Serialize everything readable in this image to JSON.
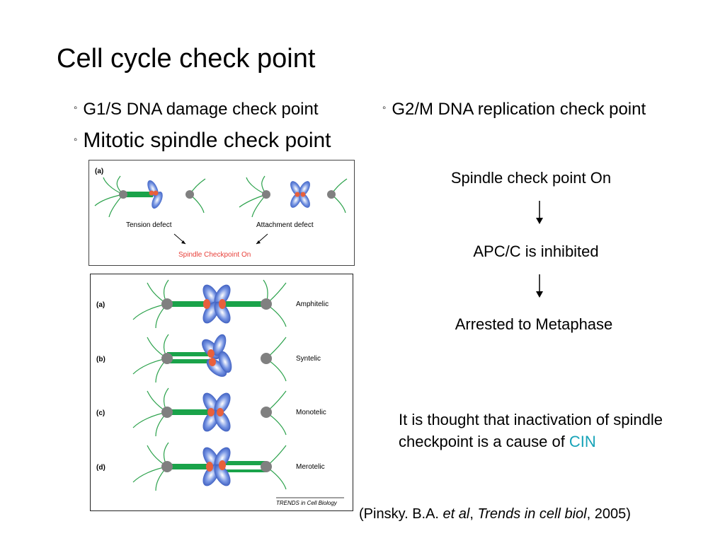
{
  "slide": {
    "title": "Cell cycle check point",
    "bullets": [
      {
        "marker": "◦",
        "text": "G1/S DNA damage check point"
      },
      {
        "marker": "◦",
        "text": "G2/M DNA replication check point"
      },
      {
        "marker": "◦",
        "text": "Mitotic spindle check point"
      }
    ]
  },
  "figure_a": {
    "panel_label": "(a)",
    "left_label": "Tension defect",
    "right_label": "Attachment defect",
    "result_label": "Spindle Checkpoint On",
    "result_color": "#e8403a"
  },
  "figure_b": {
    "rows": [
      {
        "label": "(a)",
        "name": "Amphitelic"
      },
      {
        "label": "(b)",
        "name": "Syntelic"
      },
      {
        "label": "(c)",
        "name": "Monotelic"
      },
      {
        "label": "(d)",
        "name": "Merotelic"
      }
    ],
    "source": "TRENDS in Cell Biology"
  },
  "flow": {
    "steps": [
      "Spindle check point On",
      "APC/C is inhibited",
      "Arrested to Metaphase"
    ]
  },
  "note": {
    "text": "It is thought that inactivation of spindle checkpoint is a cause of ",
    "highlight": "CIN",
    "highlight_color": "#17a3b8"
  },
  "citation": {
    "open": "(Pinsky. B.A. ",
    "etal": "et al",
    "sep": ", ",
    "journal": "Trends in cell biol",
    "close": ", 2005)"
  },
  "colors": {
    "spindle_green": "#1aa34a",
    "chromosome_blue": "#2f5fc4",
    "kinetochore_red": "#e8603c",
    "pole_gray": "#808080"
  }
}
